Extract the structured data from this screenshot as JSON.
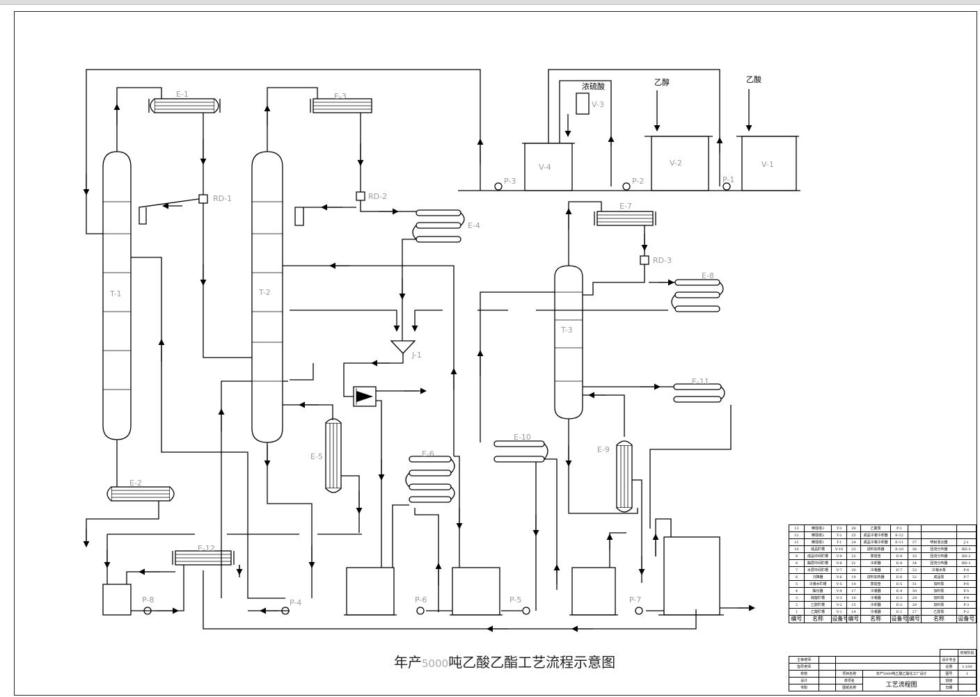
{
  "diagram": {
    "title_part1": "年产",
    "title_part2": "5000",
    "title_part3": "吨乙酸乙酯工艺流程示意图",
    "equipment": [
      "E-1",
      "E-2",
      "E-3",
      "E-4",
      "E-5",
      "E-6",
      "E-7",
      "E-8",
      "E-9",
      "E-10",
      "E-11",
      "E-12",
      "RD-1",
      "RD-2",
      "RD-3",
      "T-1",
      "T-2",
      "T-3",
      "J-1",
      "V-1",
      "V-2",
      "V-3",
      "V-4",
      "P-1",
      "P-2",
      "P-3",
      "P-4",
      "P-5",
      "P-6",
      "P-7",
      "P-8"
    ],
    "feeds": {
      "sulfuric": "浓硫酸",
      "ethanol": "乙醇",
      "acetic": "乙酸"
    }
  },
  "equipment_list": {
    "rows": [
      [
        "13",
        "精馏塔3",
        "T-3",
        "26",
        "乙酸泵",
        "P-1",
        "",
        "",
        ""
      ],
      [
        "12",
        "精馏塔2",
        "T-2",
        "25",
        "成品冷凝冷却器",
        "E-12",
        "",
        "",
        ""
      ],
      [
        "11",
        "精馏塔1",
        "T-1",
        "24",
        "成品冷凝冷却器",
        "E-11",
        "37",
        "喷射混合器",
        "J-1"
      ],
      [
        "10",
        "成品贮槽",
        "V-10",
        "23",
        "进料加热器",
        "E-10",
        "36",
        "回流分布器",
        "RD-3"
      ],
      [
        "9",
        "成品中间贮槽",
        "V-9",
        "22",
        "蒸馏釜",
        "E-9",
        "35",
        "回流分布器",
        "RD-2"
      ],
      [
        "8",
        "酯层中间贮槽",
        "V-8",
        "21",
        "冷却器",
        "E-8",
        "34",
        "回流分布器",
        "RD-1"
      ],
      [
        "7",
        "水层中间贮槽",
        "V-7",
        "20",
        "冷凝器",
        "E-7",
        "33",
        "冷凝水泵",
        "P-8"
      ],
      [
        "6",
        "沉降器",
        "V-6",
        "19",
        "进料加热器",
        "E-6",
        "32",
        "成品泵",
        "P-7"
      ],
      [
        "5",
        "冷凝水贮槽",
        "V-5",
        "18",
        "蒸馏釜",
        "E-5",
        "31",
        "加料泵",
        "P-6"
      ],
      [
        "4",
        "酯化器",
        "V-4",
        "17",
        "冷凝器",
        "E-4",
        "30",
        "加料泵",
        "P-5"
      ],
      [
        "3",
        "硫酸贮槽",
        "V-3",
        "16",
        "冷凝器",
        "E-3",
        "29",
        "加料泵",
        "P-4"
      ],
      [
        "2",
        "乙醇贮槽",
        "V-2",
        "15",
        "冷却器",
        "E-2",
        "28",
        "加料泵",
        "P-3"
      ],
      [
        "1",
        "乙酸贮槽",
        "V-1",
        "14",
        "冷凝器",
        "E-1",
        "27",
        "乙醇泵",
        "P-2"
      ]
    ],
    "header": [
      "编号",
      "名称",
      "设备号",
      "编号",
      "名称",
      "设备号",
      "编号",
      "名称",
      "设备号"
    ]
  },
  "title_block": {
    "archive": "初级阶段",
    "chief": "主审老师",
    "advisor": "指导老师",
    "check": "校核",
    "design": "设计",
    "draw": "专职",
    "project_name": "项目名称",
    "project": "年产5000吨乙酸乙酯化工厂设计",
    "unit": "单项名",
    "drawing_name_label": "图纸名称",
    "drawing_name": "工艺流程图",
    "design_major": "设计专业",
    "scale_label": "比例",
    "scale": "1:100",
    "sheet_label": "图号",
    "sheet": "1",
    "grade_label": "班级",
    "date_label": "日期"
  }
}
